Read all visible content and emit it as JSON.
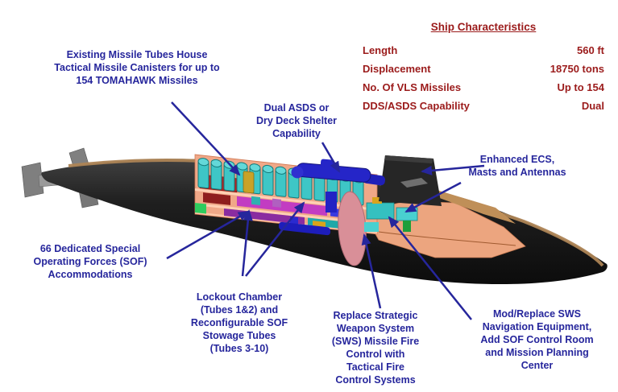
{
  "diagram": {
    "title_hint": "SSGN submarine conversion cutaway diagram",
    "colors": {
      "callout_text": "#26269c",
      "arrow": "#26269c",
      "specs_text": "#9b1b1b",
      "hull": "#1a1a1a",
      "deck_stripe": "#ad8455",
      "missile_tube": "#3ec6c6",
      "asds_vehicle": "#2525c8",
      "bulkhead_disc": "#d98f98",
      "bow_deck": "#eca57f"
    },
    "callouts": {
      "tomahawk": "Existing Missile Tubes House\nTactical Missile Canisters for up to\n154 TOMAHAWK Missiles",
      "asds": "Dual ASDS or\nDry Deck Shelter\nCapability",
      "ecs": "Enhanced ECS,\nMasts and Antennas",
      "sof": "66 Dedicated Special\nOperating Forces (SOF)\nAccommodations",
      "lockout": "Lockout Chamber\n(Tubes 1&2) and\nReconfigurable SOF\nStowage Tubes\n(Tubes 3-10)",
      "fire_control": "Replace Strategic\nWeapon System\n(SWS) Missile Fire\nControl with\nTactical Fire\nControl Systems",
      "nav": "Mod/Replace SWS\nNavigation Equipment,\nAdd SOF Control Room\nand Mission Planning\nCenter"
    },
    "characteristics": {
      "title": "Ship Characteristics",
      "rows": [
        {
          "label": "Length",
          "value": "560 ft"
        },
        {
          "label": "Displacement",
          "value": "18750 tons"
        },
        {
          "label": "No. Of VLS Missiles",
          "value": "Up to 154"
        },
        {
          "label": "DDS/ASDS Capability",
          "value": "Dual"
        }
      ]
    }
  }
}
